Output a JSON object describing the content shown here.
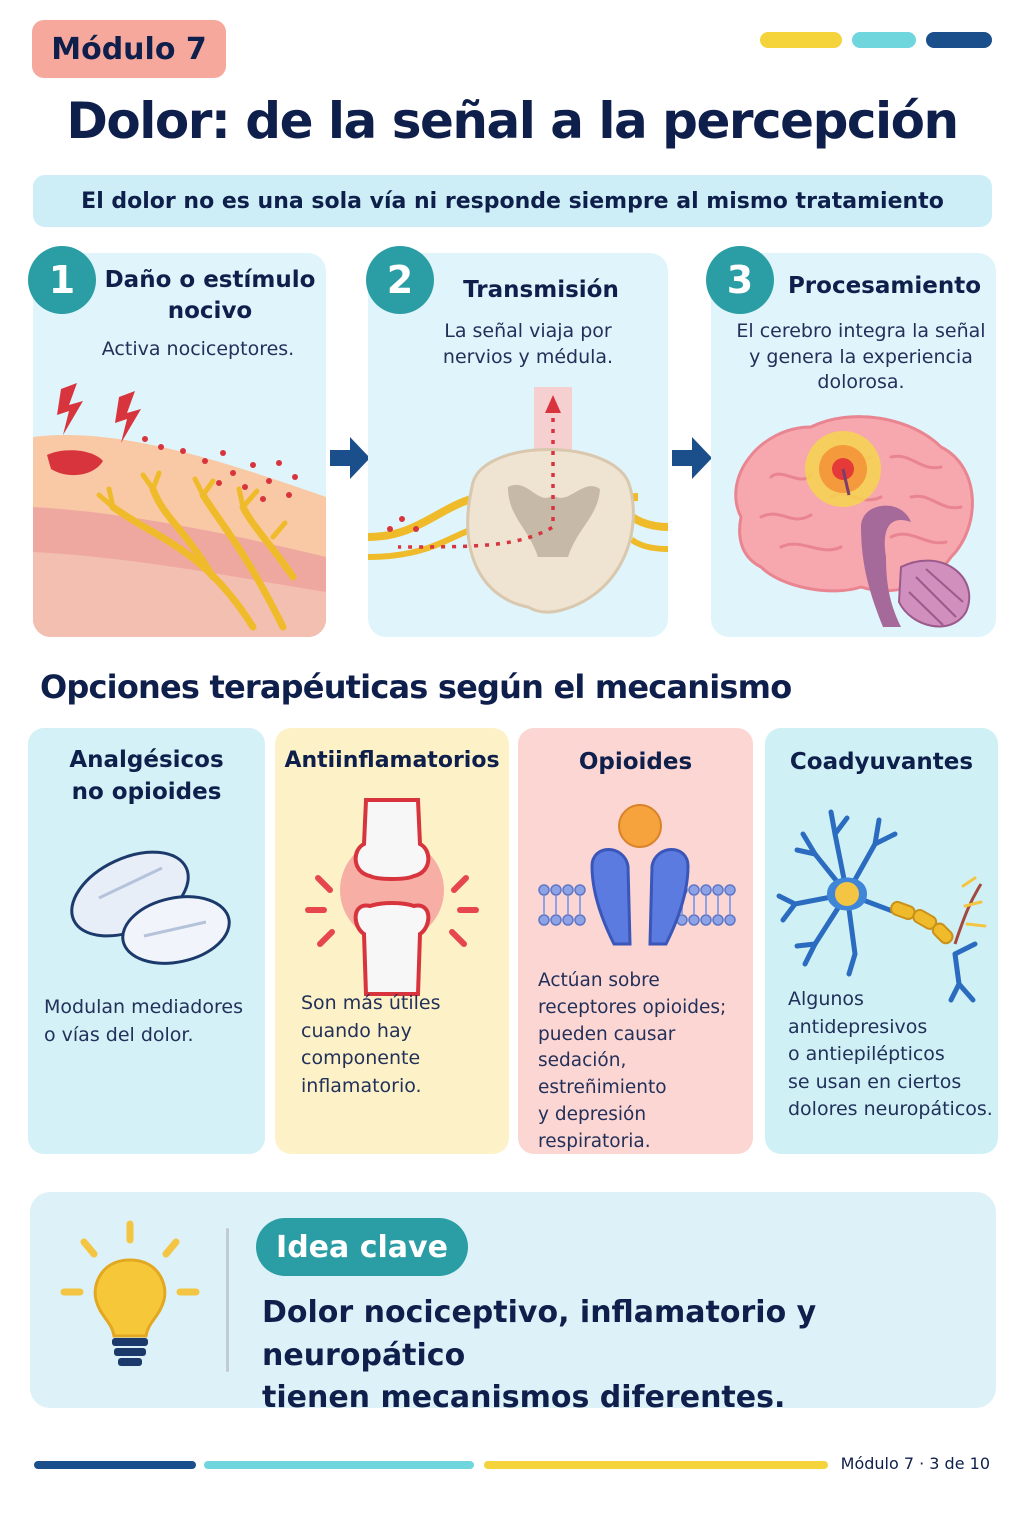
{
  "header": {
    "module_badge": "Módulo 7",
    "title": "Dolor: de la señal a la percepción",
    "subtitle": "El dolor no es una sola vía ni responde siempre al mismo tratamiento",
    "accent_colors": [
      "#f5d33a",
      "#6fd6dd",
      "#1b4f8c"
    ]
  },
  "steps": [
    {
      "number": "1",
      "title_line1": "Daño o estímulo",
      "title_line2": "nocivo",
      "desc_line1": "Activa nociceptores.",
      "desc_line2": "",
      "desc_line3": "",
      "icon": "skin-nerve-damage-illustration"
    },
    {
      "number": "2",
      "title_line1": "Transmisión",
      "title_line2": "",
      "desc_line1": "La señal viaja por",
      "desc_line2": "nervios y médula.",
      "desc_line3": "",
      "icon": "spinal-cord-illustration"
    },
    {
      "number": "3",
      "title_line1": "Procesamiento",
      "title_line2": "",
      "desc_line1": "El cerebro integra la señal",
      "desc_line2": "y genera la experiencia",
      "desc_line3": "dolorosa.",
      "icon": "brain-illustration"
    }
  ],
  "section_title": "Opciones terapéuticas según el mecanismo",
  "options": [
    {
      "title_line1": "Analgésicos",
      "title_line2": "no opioides",
      "desc": [
        "Modulan mediadores",
        "o vías del dolor."
      ],
      "color": "#d3f1f6",
      "icon": "pill-tablets-icon"
    },
    {
      "title_line1": "Antiinflamatorios",
      "title_line2": "",
      "desc": [
        "Son más útiles",
        "cuando hay",
        "componente",
        "inflamatorio."
      ],
      "color": "#fdf2c7",
      "icon": "inflamed-joint-icon"
    },
    {
      "title_line1": "Opioides",
      "title_line2": "",
      "desc": [
        "Actúan sobre",
        "receptores opioides;",
        "pueden causar",
        "sedación, estreñimiento",
        "y depresión",
        "respiratoria."
      ],
      "color": "#fcd6d3",
      "icon": "opioid-receptor-icon"
    },
    {
      "title_line1": "Coadyuvantes",
      "title_line2": "",
      "desc": [
        "Algunos",
        "antidepresivos",
        "o antiepilépticos",
        "se usan en ciertos",
        "dolores neuropáticos."
      ],
      "color": "#cff1f5",
      "icon": "neuron-icon"
    }
  ],
  "key_idea": {
    "label": "Idea clave",
    "text_line1": "Dolor nociceptivo, inflamatorio y neuropático",
    "text_line2": "tienen mecanismos diferentes.",
    "icon": "lightbulb-icon"
  },
  "footer": {
    "page_label": "Módulo 7 · 3 de 10",
    "bar_colors": [
      "#1b4f8c",
      "#6fd6dd",
      "#f5d33a"
    ]
  }
}
